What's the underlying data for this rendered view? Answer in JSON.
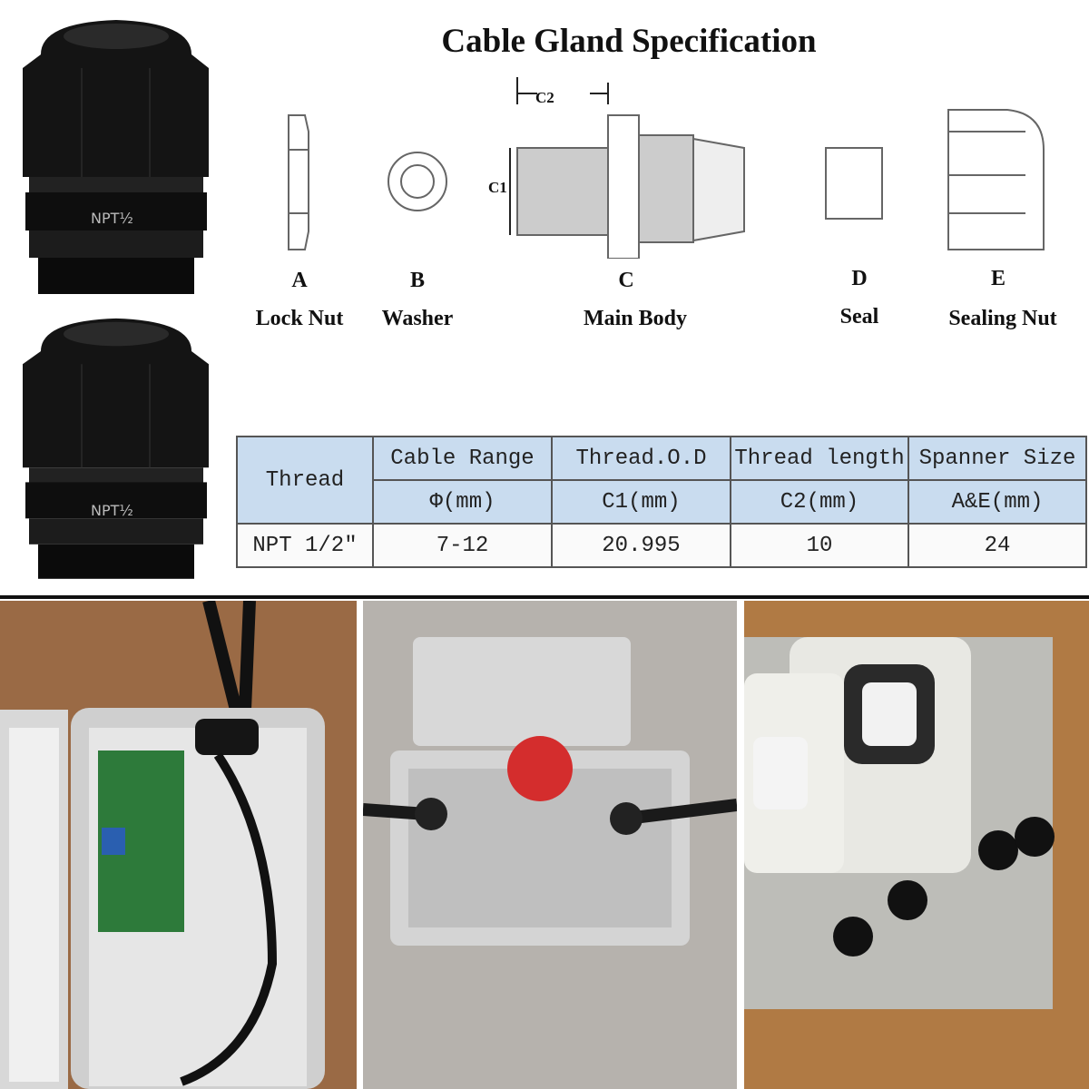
{
  "title": "Cable Gland Specification",
  "gland_marking": "NPT½",
  "parts": [
    {
      "letter": "A",
      "name": "Lock Nut"
    },
    {
      "letter": "B",
      "name": "Washer"
    },
    {
      "letter": "C",
      "name": "Main Body"
    },
    {
      "letter": "D",
      "name": "Seal"
    },
    {
      "letter": "E",
      "name": "Sealing Nut"
    }
  ],
  "dimensions": {
    "c1": "C1",
    "c2": "C2"
  },
  "table": {
    "thread_header": "Thread",
    "headers": [
      "Cable Range",
      "Thread.O.D",
      "Thread length",
      "Spanner Size"
    ],
    "subheaders": [
      "Φ(mm)",
      "C1(mm)",
      "C2(mm)",
      "A&E(mm)"
    ],
    "row": [
      "NPT 1/2″",
      "7-12",
      "20.995",
      "10",
      "24"
    ]
  },
  "colors": {
    "header_bg": "#c9dcef",
    "gland": "#111111",
    "enclosure": "#e2e2e2"
  }
}
